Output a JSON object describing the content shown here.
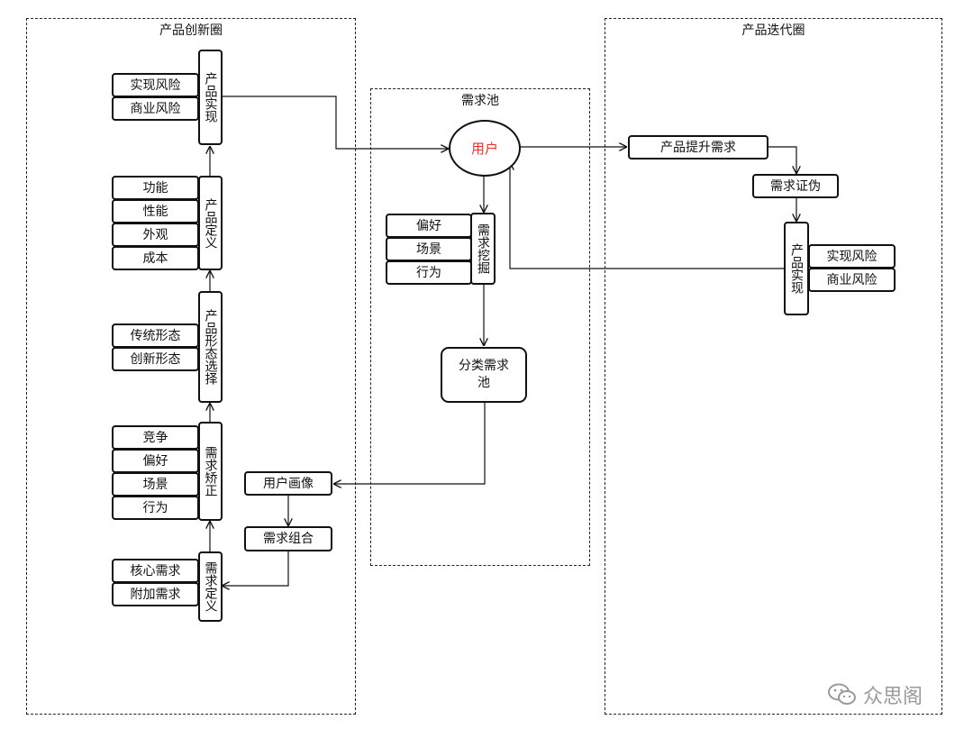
{
  "regions": {
    "innovation": {
      "title": "产品创新圈"
    },
    "pool": {
      "title": "需求池"
    },
    "iteration": {
      "title": "产品迭代圈"
    }
  },
  "innovation": {
    "realize": {
      "label": "产品实现",
      "items": [
        "实现风险",
        "商业风险"
      ]
    },
    "define": {
      "label": "产品定义",
      "items": [
        "功能",
        "性能",
        "外观",
        "成本"
      ]
    },
    "form": {
      "label": "产品形态选择",
      "items": [
        "传统形态",
        "创新形态"
      ]
    },
    "correct": {
      "label": "需求矫正",
      "items": [
        "竞争",
        "偏好",
        "场景",
        "行为"
      ]
    },
    "reqdef": {
      "label": "需求定义",
      "items": [
        "核心需求",
        "附加需求"
      ]
    },
    "persona": "用户画像",
    "combine": "需求组合"
  },
  "pool": {
    "user": "用户",
    "user_color": "#e8312a",
    "mining": {
      "label": "需求挖掘",
      "items": [
        "偏好",
        "场景",
        "行为"
      ]
    },
    "classified": "分类需求池"
  },
  "iteration": {
    "upgrade": "产品提升需求",
    "falsify": "需求证伪",
    "realize": {
      "label": "产品实现",
      "items": [
        "实现风险",
        "商业风险"
      ]
    }
  },
  "watermark": {
    "text": "众思阁",
    "icon": "wechat-icon"
  }
}
